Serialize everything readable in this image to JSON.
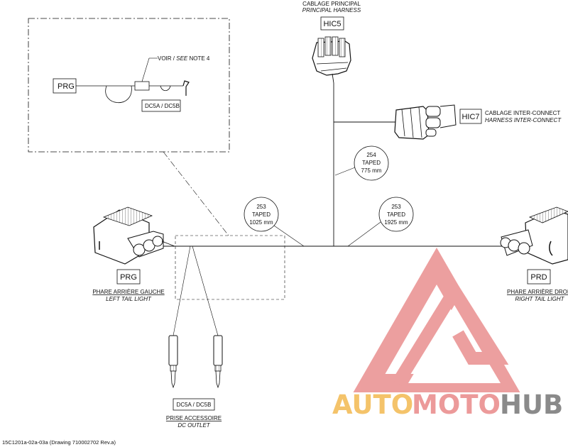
{
  "colors": {
    "line": "#111111",
    "watermark_red": "#ec9a9a",
    "watermark_orange": "#f4c36a",
    "watermark_grey": "#8a8a8a"
  },
  "detail": {
    "prg_label": "PRG",
    "note_prefix": "VOIR / ",
    "note_italic": "SEE",
    "note_suffix": " NOTE 4",
    "dc_label": "DC5A / DC5B"
  },
  "connectors": {
    "hic5": {
      "code": "HIC5",
      "fr": "CABLAGE PRINCIPAL",
      "en": "PRINCIPAL HARNESS"
    },
    "hic7": {
      "code": "HIC7",
      "fr": "CABLAGE INTER-CONNECT",
      "en": "HARNESS INTER-CONNECT"
    },
    "prg": {
      "code": "PRG",
      "fr": "PHARE ARRIÈRE GAUCHE",
      "en": "LEFT TAIL LIGHT"
    },
    "prd": {
      "code": "PRD",
      "fr": "PHARE ARRIÈRE DROIT",
      "en": "RIGHT TAIL LIGHT"
    },
    "dc": {
      "code": "DC5A / DC5B",
      "fr": "PRISE ACCESSOIRE",
      "en": "DC OUTLET"
    }
  },
  "callouts": {
    "c254": {
      "num": "254",
      "type": "TAPED",
      "len": "775 mm"
    },
    "c253a": {
      "num": "253",
      "type": "TAPED",
      "len": "1025 mm"
    },
    "c253b": {
      "num": "253",
      "type": "TAPED",
      "len": "1925 mm"
    }
  },
  "watermark": {
    "part1": "AUTO",
    "part2": "MOTO",
    "part3": "HUB"
  },
  "footer": "15C1201a-02a-03a (Drawing 710002702 Rev.a)"
}
